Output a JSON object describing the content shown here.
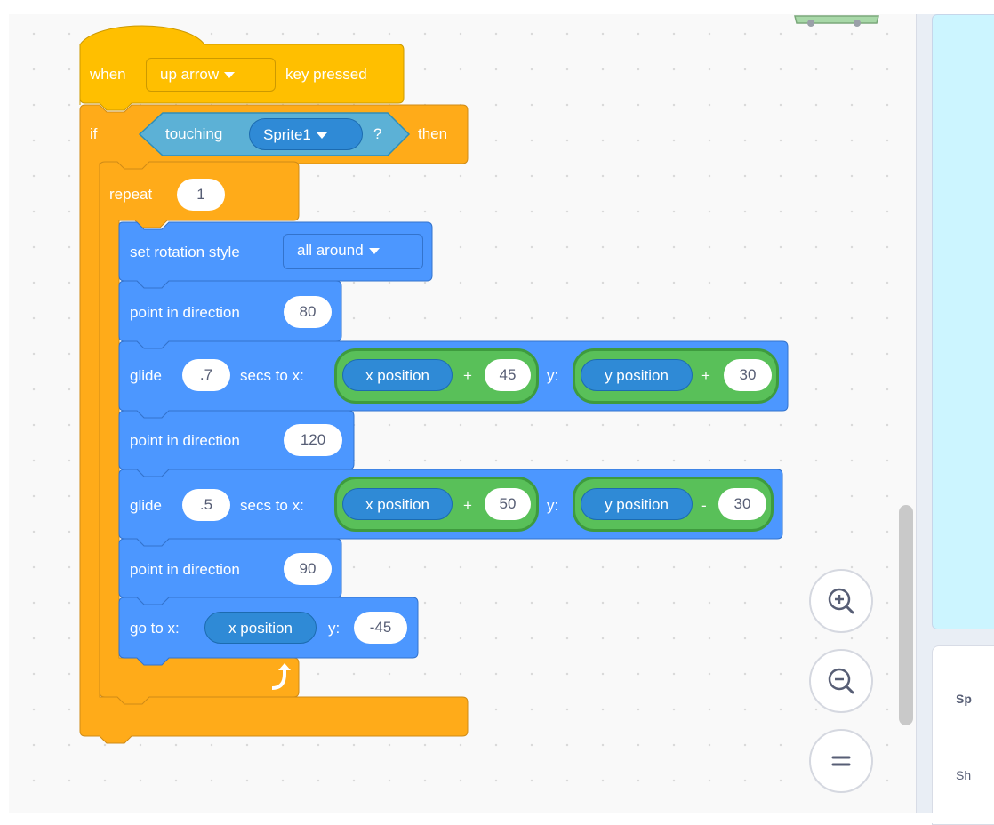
{
  "colors": {
    "events": "#ffbf00",
    "control": "#ffab19",
    "motion": "#4c97ff",
    "sensing": "#5cb1d6",
    "operators": "#59c059",
    "stage": "#ccf5ff"
  },
  "event_block": {
    "when_label": "when",
    "key_value": "up arrow",
    "pressed_label": "key pressed"
  },
  "if_block": {
    "if_label": "if",
    "touching_label": "touching",
    "touching_value": "Sprite1",
    "question": "?",
    "then_label": "then"
  },
  "repeat_block": {
    "label": "repeat",
    "count": "1"
  },
  "motion_blocks": {
    "rotation_label": "set rotation style",
    "rotation_value": "all around",
    "point1_label": "point in direction",
    "point1_value": "80",
    "glide1_label": "glide",
    "glide1_secs": ".7",
    "glide1_secs_label": "secs to x:",
    "glide1_xpos": "x position",
    "glide1_op1": "+",
    "glide1_xval": "45",
    "glide1_y_label": "y:",
    "glide1_ypos": "y position",
    "glide1_op2": "+",
    "glide1_yval": "30",
    "point2_label": "point in direction",
    "point2_value": "120",
    "glide2_label": "glide",
    "glide2_secs": ".5",
    "glide2_secs_label": "secs to x:",
    "glide2_xpos": "x position",
    "glide2_op1": "+",
    "glide2_xval": "50",
    "glide2_y_label": "y:",
    "glide2_ypos": "y position",
    "glide2_op2": "-",
    "glide2_yval": "30",
    "point3_label": "point in direction",
    "point3_value": "90",
    "goto_label": "go to x:",
    "goto_xpos": "x position",
    "goto_y_label": "y:",
    "goto_yval": "-45"
  },
  "right_panel": {
    "sprite_label": "Sp",
    "show_label": "Sh"
  },
  "zoom_controls": {
    "zoom_in_icon": "zoom-in-icon",
    "zoom_out_icon": "zoom-out-icon",
    "reset_icon": "zoom-reset-icon"
  }
}
